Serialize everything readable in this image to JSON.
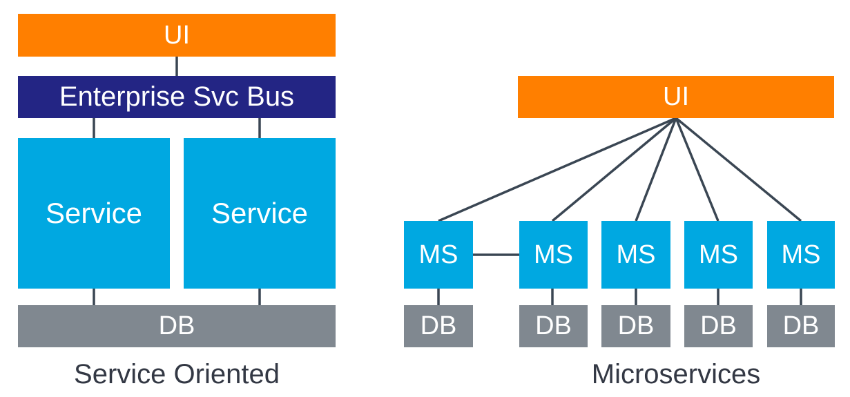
{
  "service_oriented": {
    "ui_label": "UI",
    "bus_label": "Enterprise Svc Bus",
    "services": [
      {
        "label": "Service"
      },
      {
        "label": "Service"
      }
    ],
    "db_label": "DB",
    "caption": "Service Oriented"
  },
  "microservices": {
    "ui_label": "UI",
    "services": [
      {
        "label": "MS",
        "db_label": "DB"
      },
      {
        "label": "MS",
        "db_label": "DB"
      },
      {
        "label": "MS",
        "db_label": "DB"
      },
      {
        "label": "MS",
        "db_label": "DB"
      },
      {
        "label": "MS",
        "db_label": "DB"
      }
    ],
    "caption": "Microservices"
  },
  "colors": {
    "ui": "#ff7f00",
    "bus": "#232584",
    "service": "#00a8e1",
    "db": "#808890",
    "connector": "#3a4653",
    "caption_text": "#333844"
  }
}
